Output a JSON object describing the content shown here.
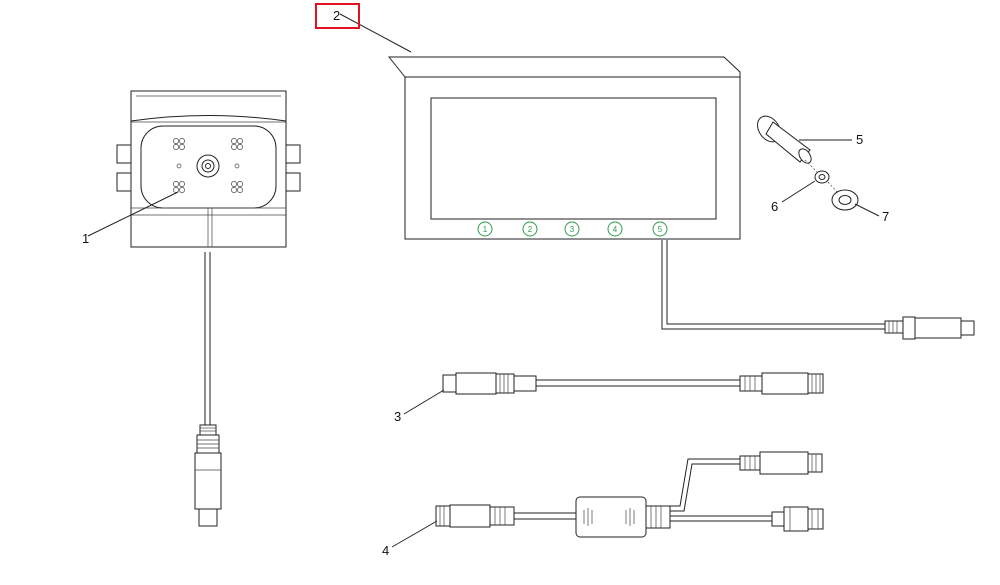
{
  "callouts": {
    "c1": "1",
    "c2": "2",
    "c3": "3",
    "c4": "4",
    "c5": "5",
    "c6": "6",
    "c7": "7"
  },
  "monitor_buttons": [
    "1",
    "2",
    "3",
    "4",
    "5"
  ],
  "highlight": {
    "callout": "2",
    "color": "#e0141e"
  },
  "button_label_color": "#2e9a4a"
}
